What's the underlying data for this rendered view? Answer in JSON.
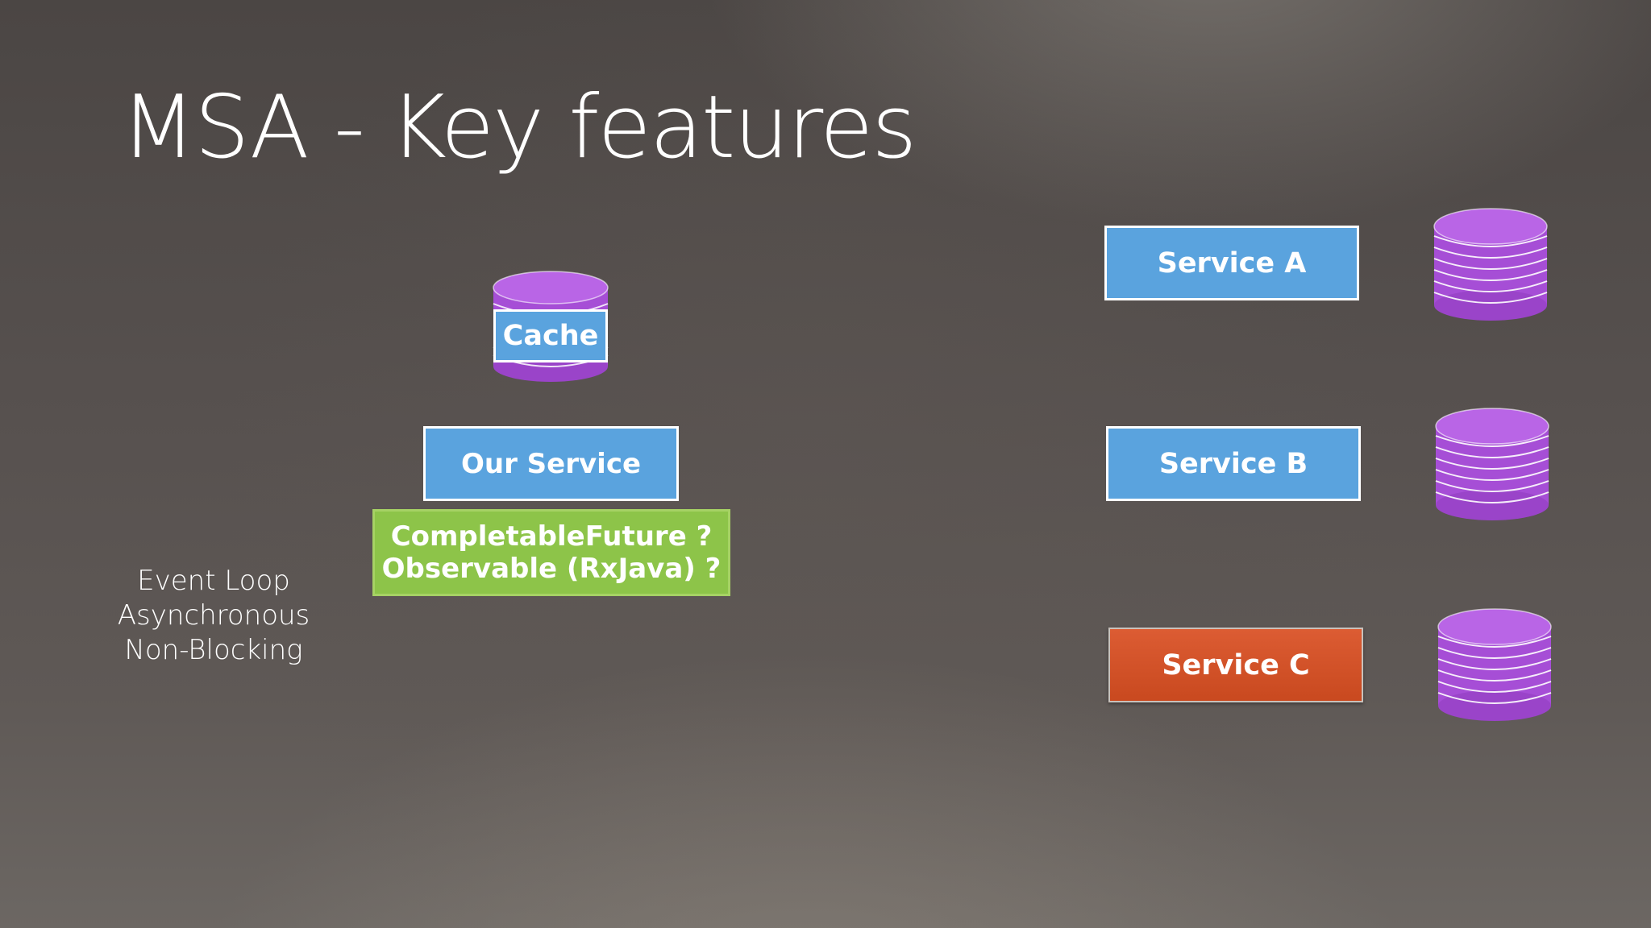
{
  "slide": {
    "title": "MSA - Key features"
  },
  "cache": {
    "label": "Cache"
  },
  "our_service": {
    "label": "Our Service"
  },
  "async_options": {
    "line1": "CompletableFuture ?",
    "line2": "Observable (RxJava) ?"
  },
  "features": [
    "Event Loop",
    "Asynchronous",
    "Non-Blocking"
  ],
  "services": [
    {
      "label": "Service A",
      "color": "#5aa3de"
    },
    {
      "label": "Service B",
      "color": "#5aa3de"
    },
    {
      "label": "Service C",
      "color": "#d4552b"
    }
  ],
  "colors": {
    "database": "#a64ed6",
    "service_blue": "#5aa3de",
    "service_red": "#d4552b",
    "async_green": "#8dc449"
  },
  "icons": {
    "cache_db": "database-cylinder-icon",
    "service_db": "database-stack-icon"
  }
}
